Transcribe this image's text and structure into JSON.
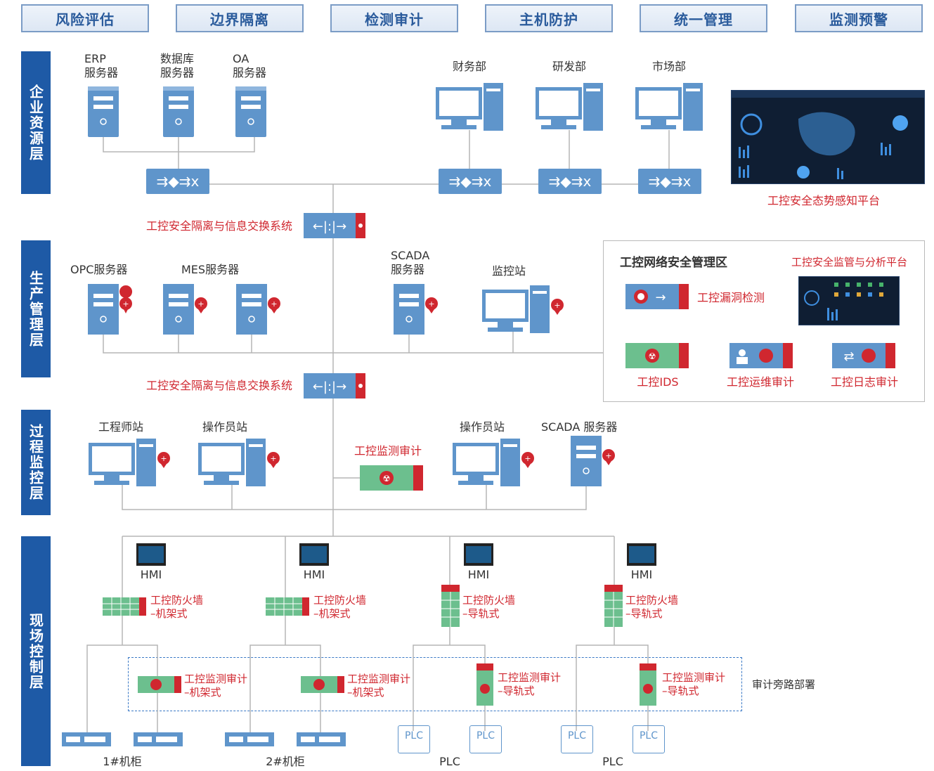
{
  "top_tabs": [
    "风险评估",
    "边界隔离",
    "检测审计",
    "主机防护",
    "统一管理",
    "监测预警"
  ],
  "layers": {
    "enterprise": "企业资源层",
    "production": "生产管理层",
    "process": "过程监控层",
    "field": "现场控制层"
  },
  "enterprise": {
    "erp": "ERP\n服务器",
    "database": "数据库\n服务器",
    "oa": "OA\n服务器",
    "finance": "财务部",
    "rnd": "研发部",
    "market": "市场部",
    "platform": "工控安全态势感知平台"
  },
  "gateway_label": "工控安全隔离与信息交换系统",
  "production": {
    "opc": "OPC服务器",
    "mes": "MES服务器",
    "scada": "SCADA\n服务器",
    "monitor": "监控站"
  },
  "security_zone": {
    "title": "工控网络安全管理区",
    "platform": "工控安全监管与分析平台",
    "vuln": "工控漏洞检测",
    "ids": "工控IDS",
    "ops_audit": "工控运维审计",
    "log_audit": "工控日志审计"
  },
  "process": {
    "engineer": "工程师站",
    "operator1": "操作员站",
    "audit": "工控监测审计",
    "operator2": "操作员站",
    "scada": "SCADA 服务器"
  },
  "field": {
    "hmi": "HMI",
    "fw_rack": "工控防火墙\n–机架式",
    "fw_rail": "工控防火墙\n–导轨式",
    "audit_rack": "工控监测审计\n–机架式",
    "audit_rail": "工控监测审计\n–导轨式",
    "bypass": "审计旁路部署",
    "cabinet1": "1#机柜",
    "cabinet2": "2#机柜",
    "plc": "PLC",
    "plc_chip": "PLC"
  },
  "colors": {
    "layer_blue": "#1e5aa6",
    "device_blue": "#5f95cb",
    "alert_red": "#d0272f",
    "audit_green": "#6cbf8e"
  }
}
